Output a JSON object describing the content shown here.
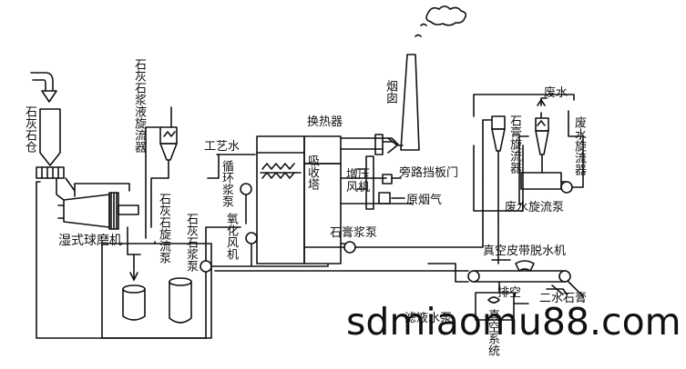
{
  "labels": {
    "limestone_silo": "石灰石仓",
    "ball_mill": "湿式球磨机",
    "limestone_slurry_cyclone": "石灰石浆液旋流器",
    "limestone_cyclone_pump": "石灰石旋流泵",
    "limestone_slurry_pump": "石灰石浆泵",
    "process_water": "工艺水",
    "circulation_pump": "循环浆泵",
    "oxidation_fan": "氧化风机",
    "heat_exchanger": "换热器",
    "absorber": "吸收塔",
    "booster_fan": "增压风机",
    "bypass_damper": "旁路挡板门",
    "raw_flue_gas": "原烟气",
    "chimney": "烟囱",
    "gypsum_slurry_pump": "石膏浆泵",
    "gypsum_cyclone": "石膏旋流器",
    "wastewater": "废水",
    "wastewater_cyclone": "废水旋流器",
    "wastewater_cyclone_pump": "废水旋流泵",
    "vacuum_belt_filter": "真空皮带脱水机",
    "exhaust": "排空",
    "vacuum_system": "真空系统",
    "dihydrate_gypsum": "二水石膏",
    "filtrate_water": "滤液水泵"
  },
  "watermark": "sdmiaomu88.com"
}
